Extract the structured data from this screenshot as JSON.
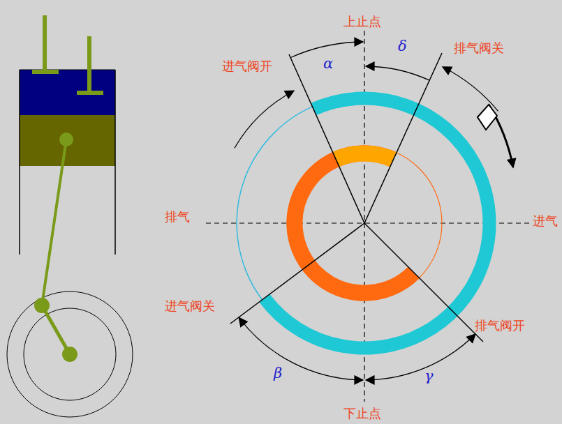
{
  "diagram": {
    "labels": [
      "上止点",
      "进气阀开",
      "α",
      "δ",
      "排气阀关",
      "排气",
      "进气",
      "进气阀关",
      "排气阀开",
      "β",
      "γ",
      "下止点"
    ]
  }
}
